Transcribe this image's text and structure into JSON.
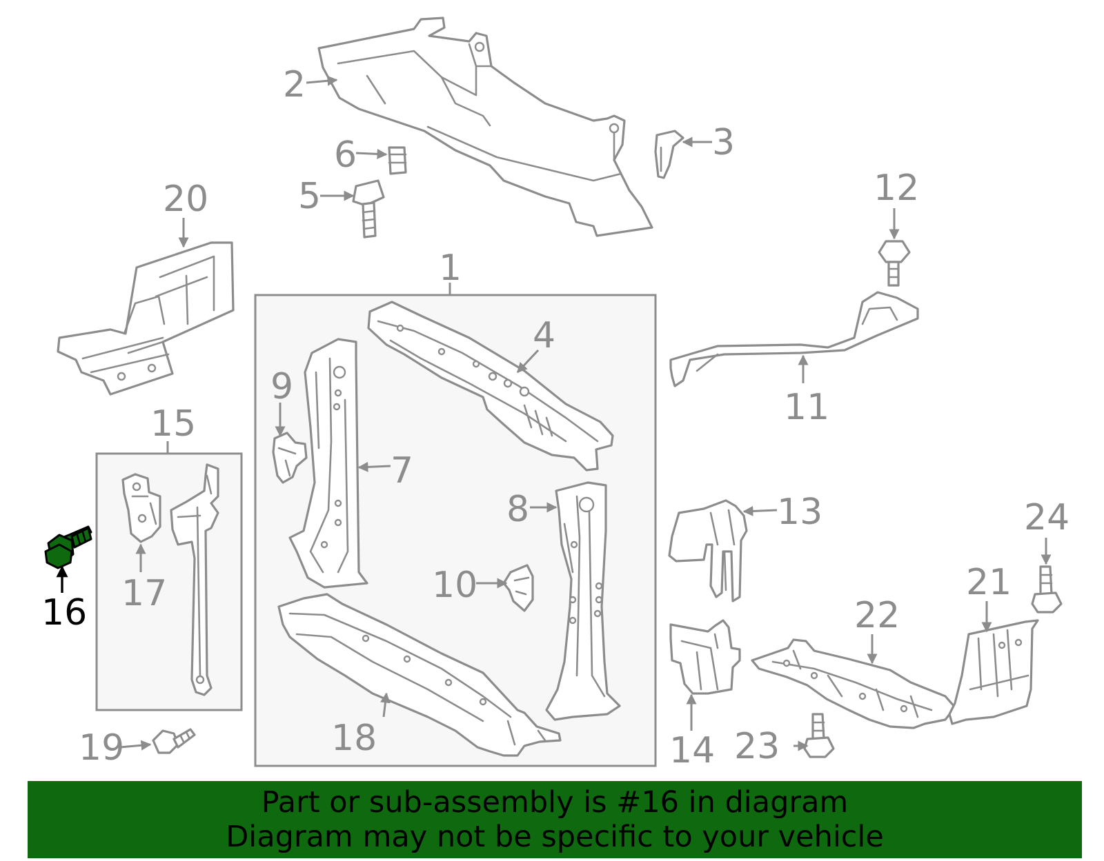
{
  "callouts": {
    "c1": "1",
    "c2": "2",
    "c3": "3",
    "c4": "4",
    "c5": "5",
    "c6": "6",
    "c7": "7",
    "c8": "8",
    "c9": "9",
    "c10": "10",
    "c11": "11",
    "c12": "12",
    "c13": "13",
    "c14": "14",
    "c15": "15",
    "c16": "16",
    "c17": "17",
    "c18": "18",
    "c19": "19",
    "c20": "20",
    "c21": "21",
    "c22": "22",
    "c23": "23",
    "c24": "24"
  },
  "highlighted_part": "16",
  "banner": {
    "line1": "Part or sub-assembly is #16 in diagram",
    "line2": "Diagram may not be specific to your vehicle"
  },
  "colors": {
    "highlight": "#0f6a0f",
    "line_art": "#8c8c8c",
    "background": "#ffffff",
    "group_box_fill": "#f7f7f7"
  }
}
